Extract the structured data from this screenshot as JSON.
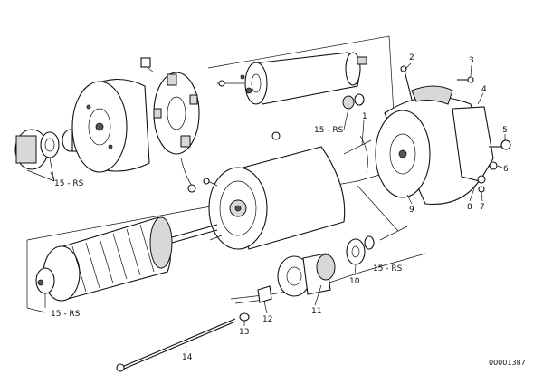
{
  "diagram": {
    "doc_id": "00001387",
    "callouts": [
      {
        "id": "c1",
        "text": "1"
      },
      {
        "id": "c2",
        "text": "2"
      },
      {
        "id": "c3",
        "text": "3"
      },
      {
        "id": "c4",
        "text": "4"
      },
      {
        "id": "c5",
        "text": "5"
      },
      {
        "id": "c6",
        "text": "6"
      },
      {
        "id": "c7",
        "text": "7"
      },
      {
        "id": "c8",
        "text": "8"
      },
      {
        "id": "c9",
        "text": "9"
      },
      {
        "id": "c10",
        "text": "10"
      },
      {
        "id": "c11",
        "text": "11"
      },
      {
        "id": "c12",
        "text": "12"
      },
      {
        "id": "c13",
        "text": "13"
      },
      {
        "id": "c14",
        "text": "14"
      },
      {
        "id": "c15a",
        "text": "15 - RS"
      },
      {
        "id": "c15b",
        "text": "15 - RS"
      },
      {
        "id": "c15c",
        "text": "15 - RS"
      },
      {
        "id": "c15d",
        "text": "15 - RS"
      }
    ]
  }
}
